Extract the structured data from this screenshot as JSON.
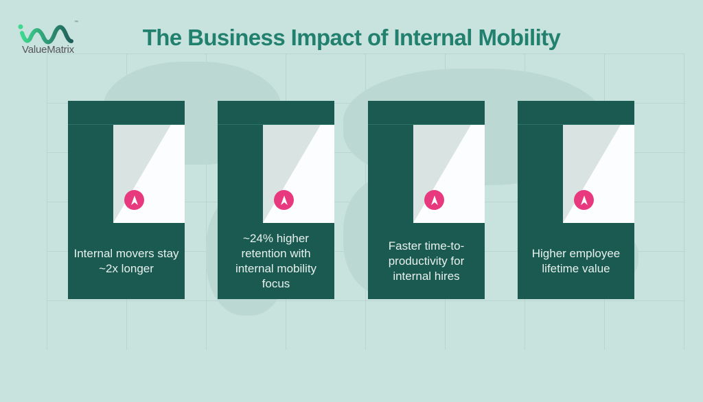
{
  "brand": {
    "name": "ValueMatrix",
    "tm": "™",
    "colors": {
      "background": "#c8e2de",
      "card": "#1a5a50",
      "title": "#22806e",
      "pin": "#e8397f"
    }
  },
  "title": "The Business Impact of Internal Mobility",
  "cards": [
    {
      "text": "Internal movers stay ~2x longer",
      "icon": "arrow-up-icon"
    },
    {
      "text": "~24% higher retention with internal mobility focus",
      "icon": "arrow-up-icon"
    },
    {
      "text": "Faster time-to-productivity for internal hires",
      "icon": "arrow-up-icon"
    },
    {
      "text": "Higher employee lifetime value",
      "icon": "arrow-up-icon"
    }
  ]
}
